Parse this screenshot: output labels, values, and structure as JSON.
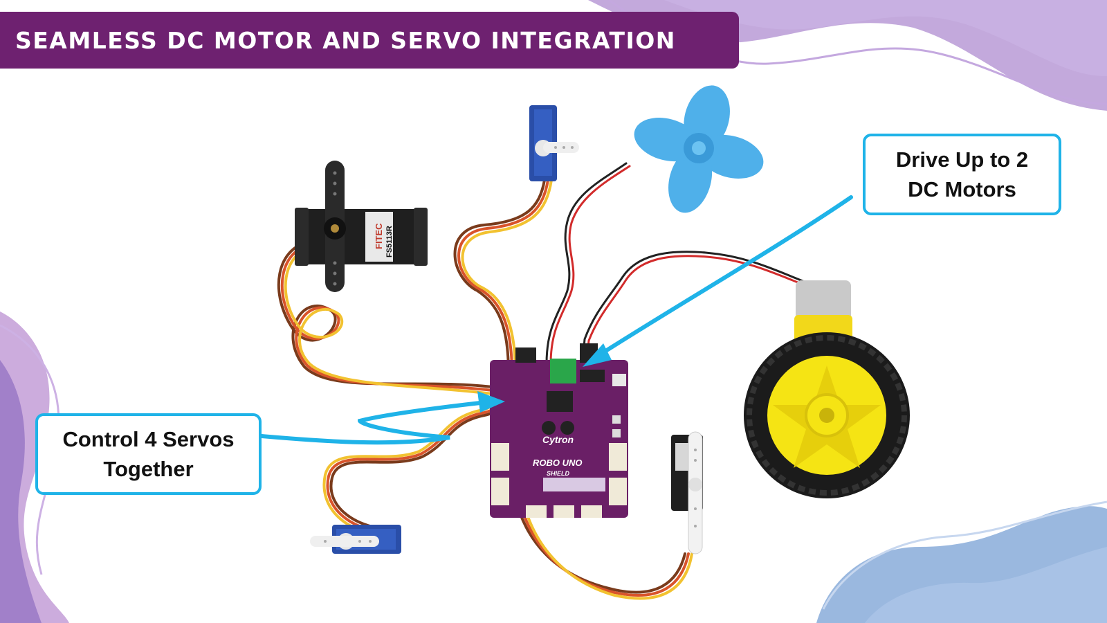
{
  "title": "SEAMLESS DC MOTOR AND SERVO INTEGRATION",
  "callouts": {
    "drive": {
      "line1": "Drive Up to 2",
      "line2": "DC Motors"
    },
    "servo": {
      "line1": "Control 4 Servos",
      "line2": "Together"
    }
  },
  "components": {
    "servo_large_label_top": "FITEC",
    "servo_large_label_bottom": "FS5113R",
    "board_brand": "Cytron",
    "board_name_line1": "ROBO UNO",
    "board_name_line2": "SHIELD"
  },
  "colors": {
    "banner": "#6e2170",
    "callout_border": "#1fb3e8",
    "arrow": "#1fb3e8",
    "board": "#6a1f66",
    "wheel_hub": "#f5e414",
    "fan": "#4fb0ea",
    "servo_blue": "#2a4ea8",
    "wave_purple": "#b89ad6",
    "wave_blue": "#8fb0dc"
  }
}
